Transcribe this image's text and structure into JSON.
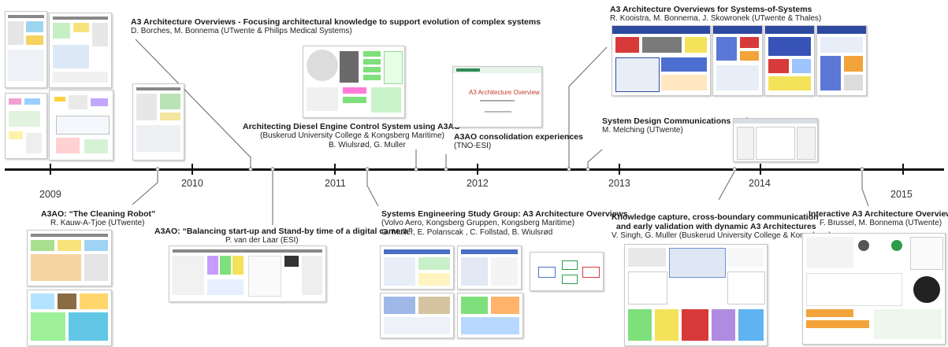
{
  "years": [
    "2009",
    "2010",
    "2011",
    "2012",
    "2013",
    "2014",
    "2015"
  ],
  "events": {
    "a3_overviews": {
      "title": "A3 Architecture Overviews - Focusing architectural knowledge to support evolution of complex systems",
      "authors": "D. Borches, M. Bonnema (UTwente & Philips Medical Systems)"
    },
    "diesel": {
      "title": "Architecting Diesel Engine Control System using A3AO",
      "org": "(Buskerud University College & Kongsberg Maritime)",
      "authors": "B. Wiulsrød, G. Muller"
    },
    "consolidation": {
      "title": "A3AO consolidation experiences",
      "org": "(TNO-ESI)",
      "slide_title": "A3 Architecture Overview"
    },
    "sos": {
      "title": "A3 Architecture Overviews for Systems-of-Systems",
      "authors": "R. Kooistra, M. Bonnema, J. Skowronek (UTwente & Thales)"
    },
    "sdc": {
      "title": "System Design Communications tool",
      "authors": "M. Melching (UTwente)"
    },
    "cleaning": {
      "title": "A3AO: “The Cleaning Robot”",
      "authors": "R. Kauw-A-Tjoe (UTwente)"
    },
    "camera": {
      "title": "A3AO: “Balancing start-up and Stand-by time of a digital camera”",
      "authors": "P. van der Laar (ESI)"
    },
    "study_group": {
      "title": "Systems Engineering Study Group: A3 Architecture Overviews",
      "org": "(Volvo Aero, Kongsberg Gruppen, Kongsberg Maritime)",
      "authors": "G. Muller, E. Polanscak , C. Follstad, B. Wiulsrød"
    },
    "knowledge": {
      "title1": "Knowledge capture, cross-boundary communication",
      "title2": "and early validation with dynamic A3 Architectures",
      "authors": "V. Singh, G. Muller (Buskerud University College & Kongsberg)"
    },
    "interactive": {
      "title": "Interactive A3 Architecture Overviews",
      "authors": "F. Brussel, M. Bonnema (UTwente)"
    }
  },
  "colors": {
    "timeline": "#000000",
    "connector": "#555555",
    "thumb_green": "#7ee07a",
    "thumb_blue": "#2d4aa0",
    "thumb_yellow": "#f3e25a",
    "thumb_red": "#d83a3a",
    "thumb_orange": "#f2a33a"
  }
}
